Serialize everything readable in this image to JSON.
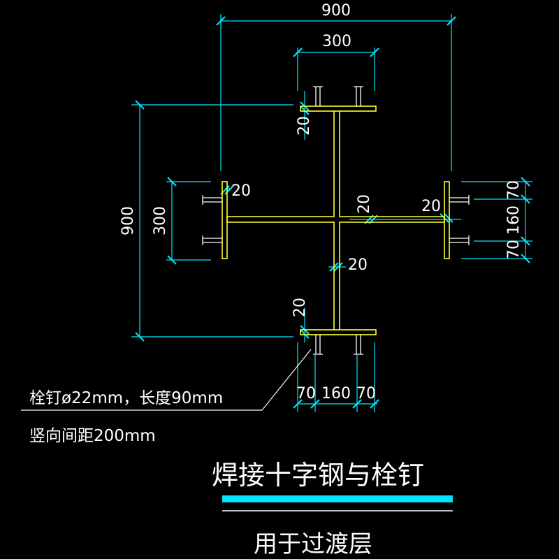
{
  "dimensions": {
    "top_overall": "900",
    "top_flange": "300",
    "left_overall": "900",
    "left_flange": "300",
    "web_thk_top": "20",
    "web_thk_left_flange": "20",
    "web_thk_right_web": "20",
    "web_thk_right_flange": "20",
    "web_thk_center": "20",
    "web_thk_bottom": "20",
    "right_stack": [
      "70",
      "160",
      "70"
    ],
    "bottom_stack": [
      "70",
      "160",
      "70"
    ]
  },
  "notes": {
    "stud_spec": "栓钉ø22mm，长度90mm",
    "spacing": "竖向间距200mm"
  },
  "title": "焊接十字钢与栓钉",
  "subtitle": "用于过渡层",
  "colors": {
    "dimension": "#00e5ff",
    "steel": "#ffff33",
    "stud": "#ffffff",
    "title_bar": "#00e5ff"
  }
}
